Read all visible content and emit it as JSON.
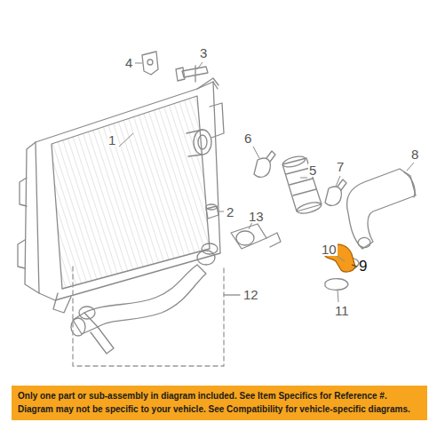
{
  "diagram": {
    "nodes": [
      {
        "text": [
          "Only one part or sub-assembly in diagram included. See Item Specifics for Reference #. Diagram may not be specific to your vehicle. See Compatibility for vehicle-specific diagrams."
        ]
      }
    ],
    "labels": [
      "4",
      "3",
      "1",
      "6",
      "5",
      "7",
      "8",
      "2",
      "13",
      "10",
      "9",
      "12",
      "11"
    ]
  }
}
